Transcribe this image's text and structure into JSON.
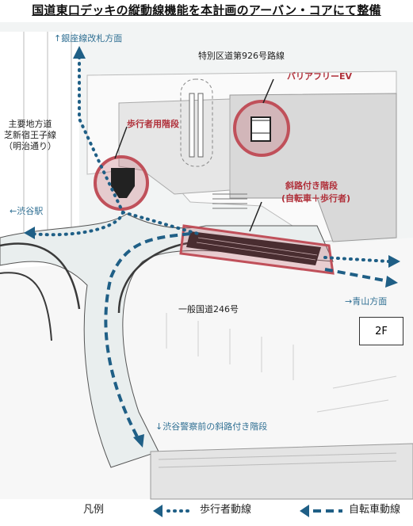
{
  "title": "国道東口デッキの縦動線機能を本計画のアーバン・コアにて整備",
  "labels": {
    "ginza_gate": "↑銀座線改札方面",
    "route926": "特別区道第926号路線",
    "barrier_free_ev": "バリアフリーEV",
    "pedestrian_stairs": "歩行者用階段",
    "main_road_lines": [
      "主要地方道",
      "芝新宿王子線",
      "（明治通り）"
    ],
    "sloped_stairs_line1": "斜路付き階段",
    "sloped_stairs_line2": "(自転車＋歩行者)",
    "shibuya_station": "←渋谷駅",
    "aoyama": "→青山方面",
    "route246": "一般国道246号",
    "police_slope": "↓渋谷警察前の斜路付き階段",
    "floor": "2F"
  },
  "legend": {
    "title": "凡例",
    "pedestrian": "歩行者動線",
    "bicycle": "自転車動線"
  },
  "colors": {
    "route_blue": "#1f5f86",
    "highlight_red": "#c0505a",
    "deck": "#e9eeee",
    "road_line": "#3a3a3a"
  }
}
